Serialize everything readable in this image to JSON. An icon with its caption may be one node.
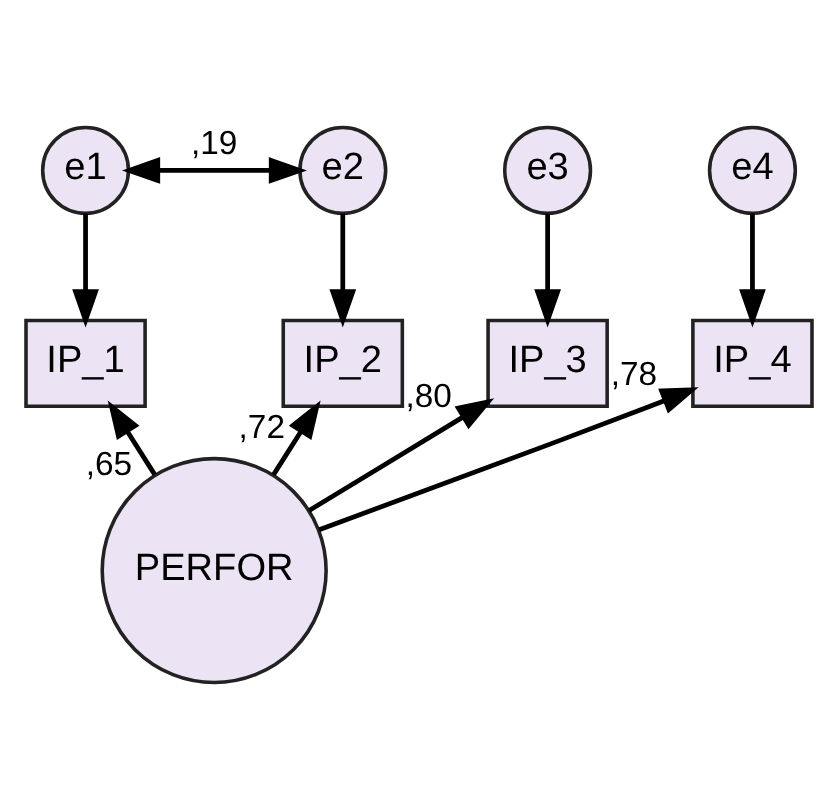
{
  "diagram": {
    "nodes": [
      {
        "text": [
          "e1"
        ]
      },
      {
        "text": [
          "e2"
        ]
      },
      {
        "text": [
          "e3"
        ]
      },
      {
        "text": [
          "e4"
        ]
      },
      {
        "text": [
          "IP_1"
        ]
      },
      {
        "text": [
          "IP_2"
        ]
      },
      {
        "text": [
          "IP_3"
        ]
      },
      {
        "text": [
          "IP_4"
        ]
      },
      {
        "text": [
          "PERFOR"
        ]
      }
    ],
    "edges": [
      {
        "from": 0,
        "to": 1,
        "arrow": "both",
        "label": ",19"
      },
      {
        "from": 0,
        "to": 4,
        "arrow": "to"
      },
      {
        "from": 1,
        "to": 5,
        "arrow": "to"
      },
      {
        "from": 2,
        "to": 6,
        "arrow": "to"
      },
      {
        "from": 3,
        "to": 7,
        "arrow": "to"
      },
      {
        "from": 8,
        "to": 4,
        "arrow": "to",
        "label": ",65"
      },
      {
        "from": 8,
        "to": 5,
        "arrow": "to",
        "label": ",72"
      },
      {
        "from": 8,
        "to": 6,
        "arrow": "to",
        "label": ",80"
      },
      {
        "from": 8,
        "to": 7,
        "arrow": "to",
        "label": ",78"
      }
    ]
  }
}
